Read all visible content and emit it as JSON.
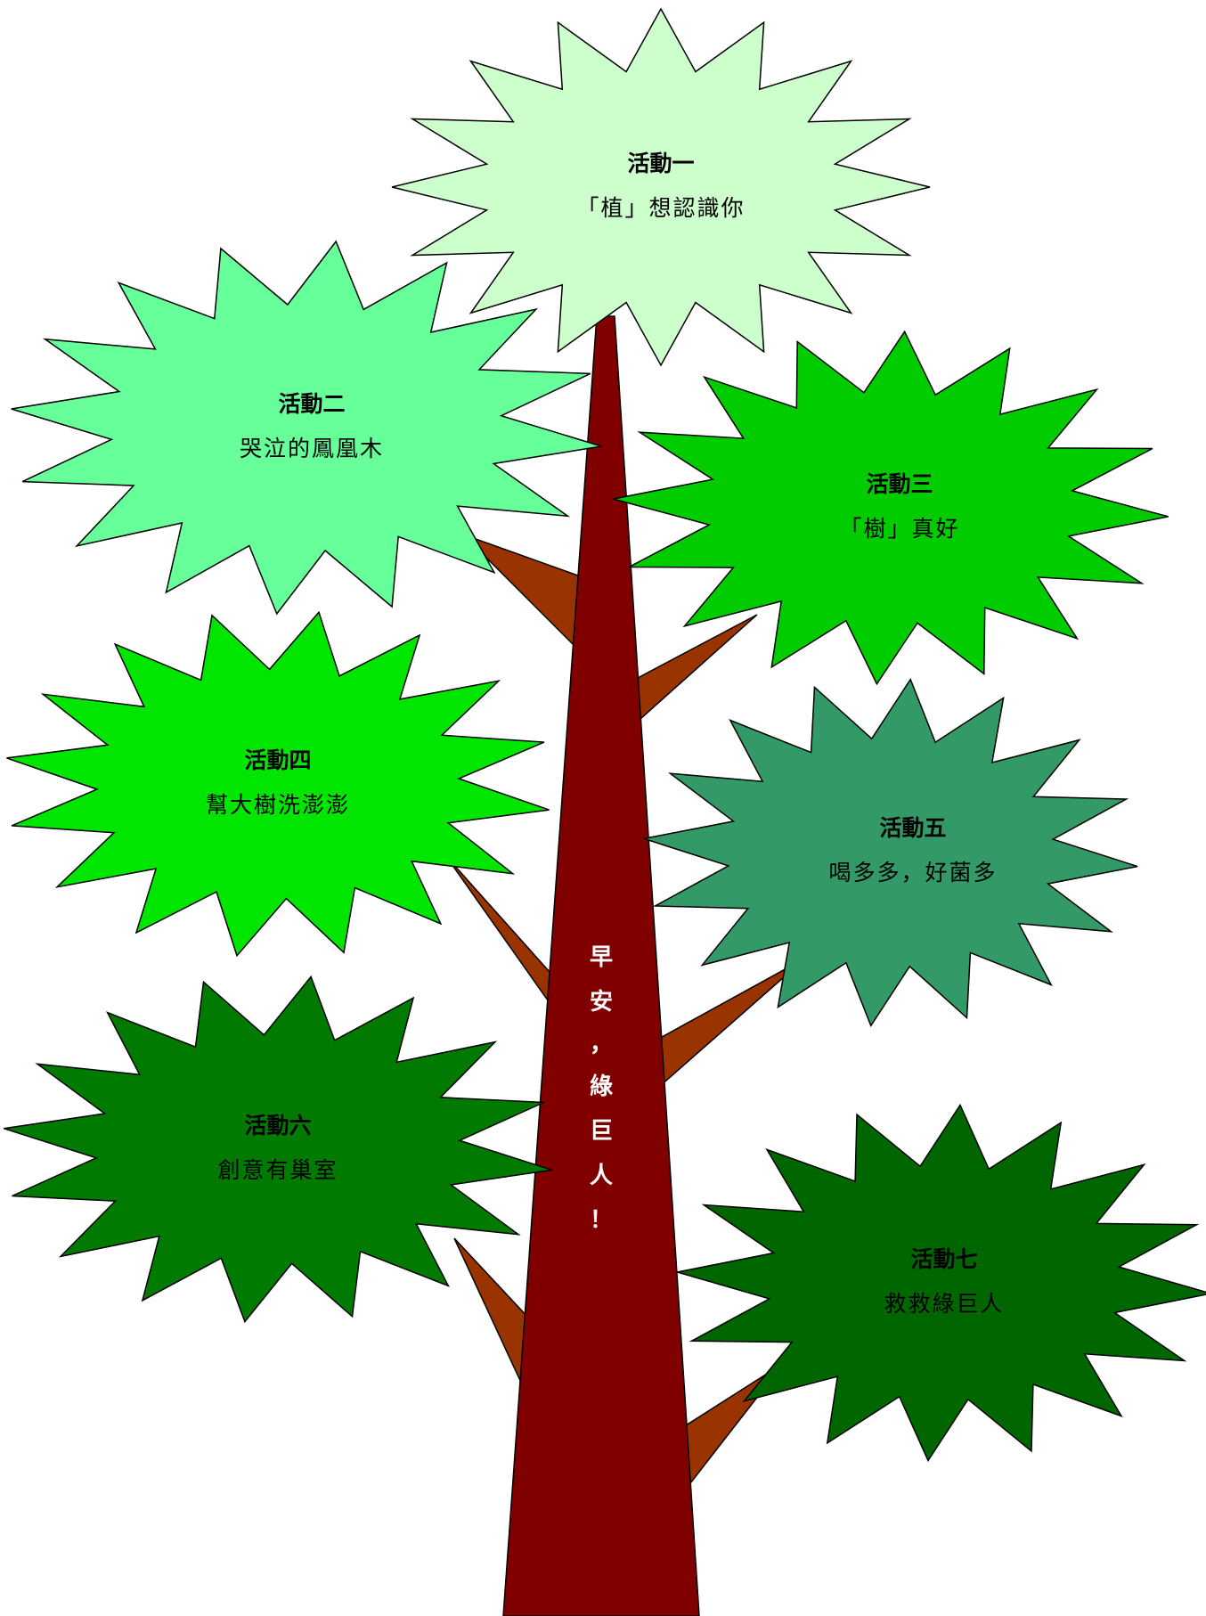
{
  "trunk_text": [
    "早",
    "安",
    "，",
    "綠",
    "巨",
    "人",
    "！"
  ],
  "activities": [
    {
      "title": "活動一",
      "name": "「植」想認識你",
      "color": "#ccffcc"
    },
    {
      "title": "活動二",
      "name": "哭泣的鳳凰木",
      "color": "#66ff99"
    },
    {
      "title": "活動三",
      "name": "「樹」真好",
      "color": "#00cc00"
    },
    {
      "title": "活動四",
      "name": "幫大樹洗澎澎",
      "color": "#00e600"
    },
    {
      "title": "活動五",
      "name": "喝多多，好菌多",
      "color": "#339966"
    },
    {
      "title": "活動六",
      "name": "創意有巢室",
      "color": "#007a00"
    },
    {
      "title": "活動七",
      "name": "救救綠巨人",
      "color": "#006600"
    }
  ],
  "colors": {
    "trunk": "#800000",
    "branch": "#993300"
  }
}
